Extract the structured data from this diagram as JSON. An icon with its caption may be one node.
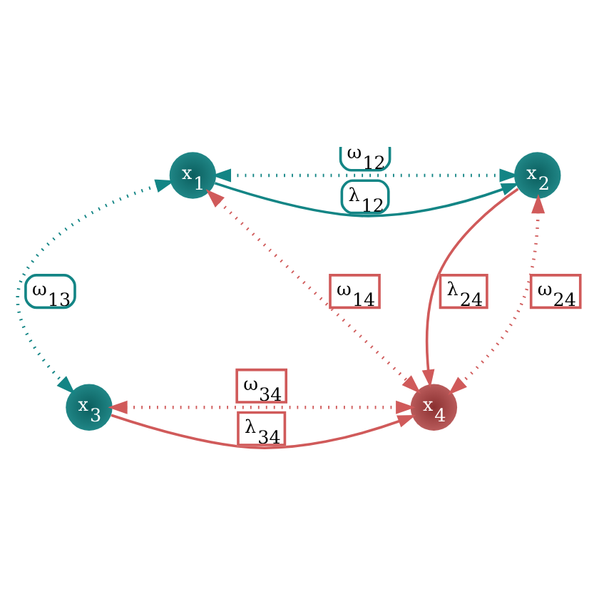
{
  "diagram": {
    "nodes": [
      {
        "text": [
          "x$_{1}$"
        ]
      },
      {
        "text": [
          "x$_{2}$"
        ]
      },
      {
        "text": [
          "x$_{3}$"
        ]
      },
      {
        "text": [
          "x$_{4}$"
        ]
      }
    ],
    "edges": [
      {
        "from": 0,
        "to": 1,
        "arrow": "to",
        "label": "λ$_{12}$",
        "color": "#138585"
      },
      {
        "from": 1,
        "to": 3,
        "arrow": "to",
        "label": "λ$_{24}$"
      },
      {
        "from": 2,
        "to": 3,
        "arrow": "to",
        "label": "λ$_{34}$"
      },
      {
        "from": 0,
        "to": 1,
        "arrow": "both",
        "label": "ω$_{12}$",
        "style": "dashed",
        "color": "#138585"
      },
      {
        "from": 0,
        "to": 2,
        "arrow": "both",
        "label": "ω$_{13}$",
        "style": "dashed",
        "color": "#138585"
      },
      {
        "from": 0,
        "to": 3,
        "arrow": "both",
        "label": "ω$_{14}$",
        "style": "dashed"
      },
      {
        "from": 1,
        "to": 3,
        "arrow": "both",
        "label": "ω$_{24}$",
        "style": "dashed"
      },
      {
        "from": 2,
        "to": 3,
        "arrow": "both",
        "label": "ω$_{34}$",
        "style": "dashed"
      }
    ]
  }
}
